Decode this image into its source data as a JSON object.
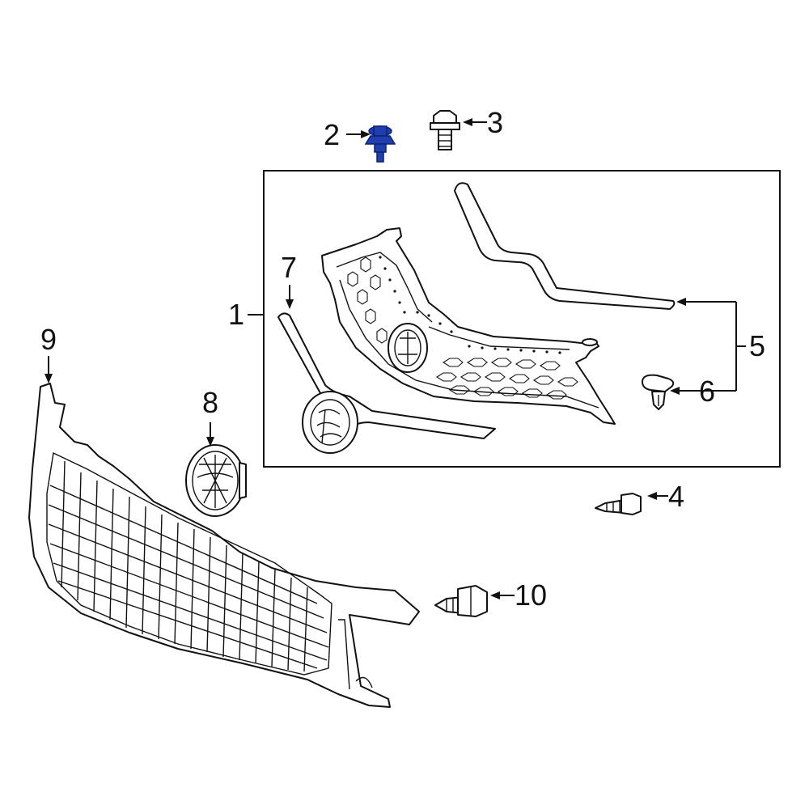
{
  "diagram": {
    "callouts": {
      "c1": "1",
      "c2": "2",
      "c3": "3",
      "c4": "4",
      "c5": "5",
      "c6": "6",
      "c7": "7",
      "c8": "8",
      "c9": "9",
      "c10": "10"
    },
    "colors": {
      "line": "#111111",
      "highlight_part": "#1f3fb0",
      "highlight_dark": "#0f2170",
      "background": "#ffffff"
    }
  }
}
